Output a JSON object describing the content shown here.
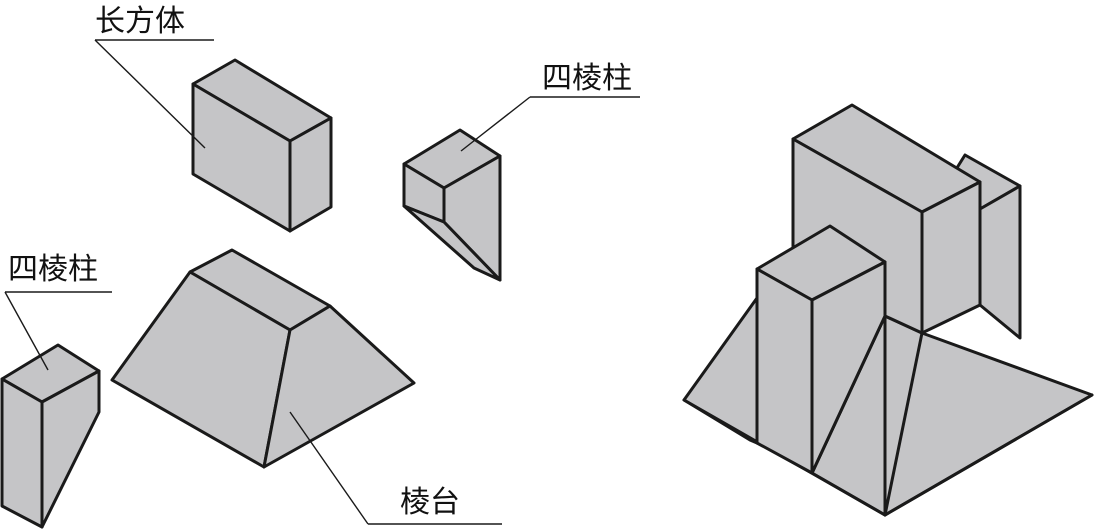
{
  "labels": {
    "cuboid": "长方体",
    "prism_top": "四棱柱",
    "prism_left": "四棱柱",
    "frustum": "棱台"
  }
}
